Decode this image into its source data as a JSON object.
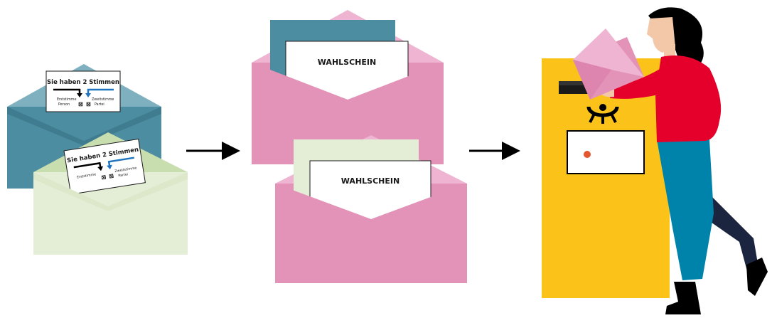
{
  "ballot": {
    "title": "Sie haben 2 Stimmen",
    "first_vote": "Erststimme",
    "first_vote_sub": "Person",
    "second_vote": "Zweitstimme",
    "second_vote_sub": "Partei"
  },
  "certificate": {
    "label": "WAHLSCHEIN"
  },
  "colors": {
    "teal_envelope": "#4d8da1",
    "teal_flap": "#7fb0bf",
    "lightgreen_envelope": "#e4eed6",
    "lightgreen_flap": "#c9deaf",
    "pink_envelope": "#e393b8",
    "pink_flap": "#eeb4d2",
    "mailbox_yellow": "#fbc31a",
    "jacket_red": "#e4002b",
    "pants_blue": "#0083ab",
    "arrow_black": "#000000",
    "vote_blue": "#1f74bf"
  }
}
